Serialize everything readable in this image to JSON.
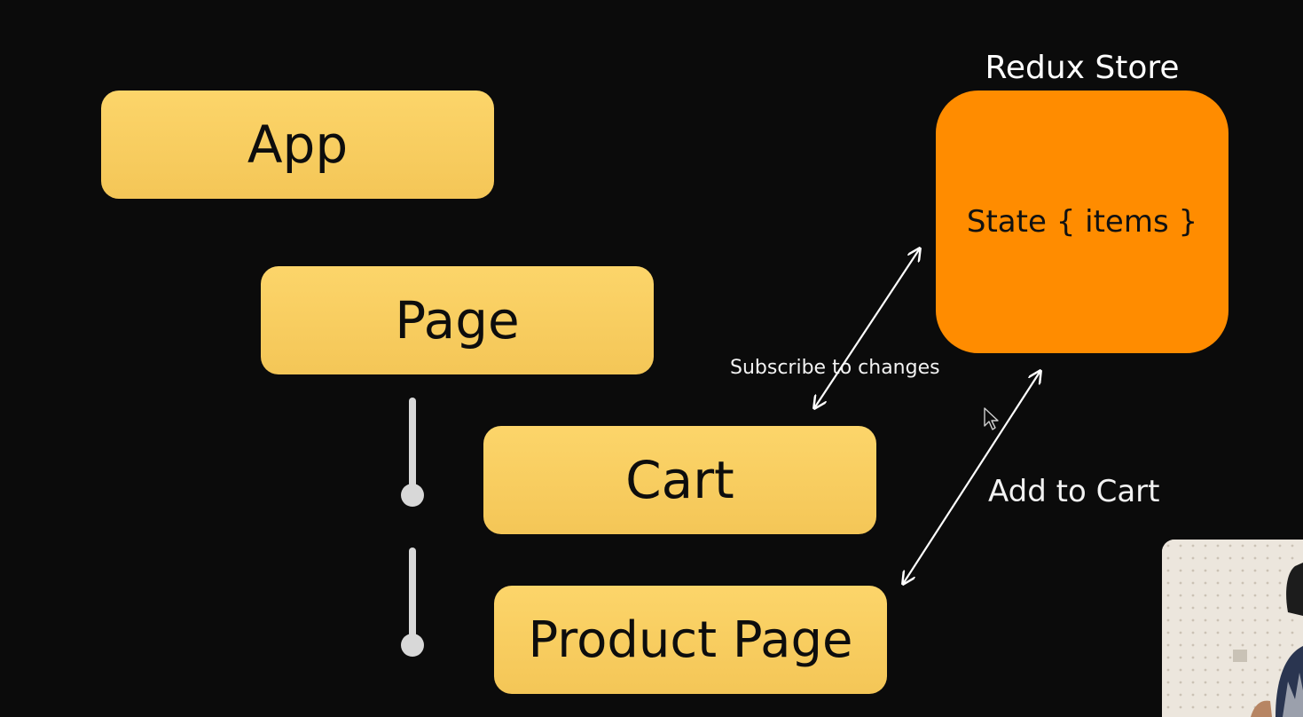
{
  "nodes": {
    "app": "App",
    "page": "Page",
    "cart": "Cart",
    "product_page": "Product Page"
  },
  "store": {
    "title": "Redux Store",
    "state": "State { items }"
  },
  "edges": {
    "subscribe": "Subscribe to changes",
    "add_to_cart": "Add to Cart"
  },
  "colors": {
    "background": "#0b0b0b",
    "node": "#f8cf60",
    "store": "#ff8c00",
    "arrow": "#ffffff"
  },
  "icons": {
    "cursor": "mouse-pointer-icon"
  }
}
